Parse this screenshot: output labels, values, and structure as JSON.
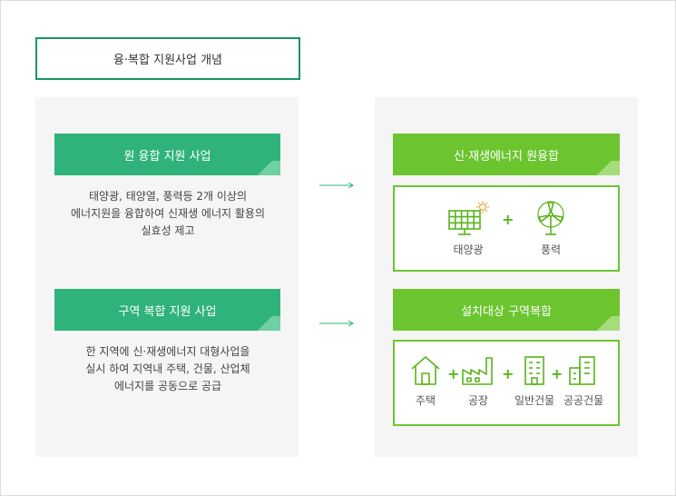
{
  "title": "융·복합 지원사업 개념",
  "left": {
    "block1": {
      "banner": "원 융합 지원 사업",
      "desc": [
        "태양광, 태양열, 풍력등 2개 이상의",
        "에너지원을 융합하여  신재생 에너지 활용의",
        "실효성 제고"
      ]
    },
    "block2": {
      "banner": "구역 복합 지원 사업",
      "desc": [
        "한 지역에 신·재생에너지 대형사업을",
        "실시 하여 지역내 주택, 건물, 산업체",
        "에너지를 공동으로 공급"
      ]
    }
  },
  "right": {
    "block1": {
      "banner": "신·재생에너지 원융합",
      "items": [
        {
          "label": "태양광",
          "icon": "solar-panel-icon"
        },
        {
          "label": "풍력",
          "icon": "wind-turbine-icon"
        }
      ],
      "plus": "+"
    },
    "block2": {
      "banner": "설치대상 구역복합",
      "items": [
        {
          "label": "주택",
          "icon": "house-icon"
        },
        {
          "label": "공장",
          "icon": "factory-icon"
        },
        {
          "label": "일반건물",
          "icon": "building-icon"
        },
        {
          "label": "공공건물",
          "icon": "public-building-icon"
        }
      ],
      "plus": "+"
    }
  },
  "colors": {
    "title_border": "#189660",
    "teal": "#2fb37a",
    "lime": "#6cc52f",
    "icon_green": "#58b41c",
    "sun_orange": "#f39c33",
    "panel_bg": "#f5f5f5"
  }
}
